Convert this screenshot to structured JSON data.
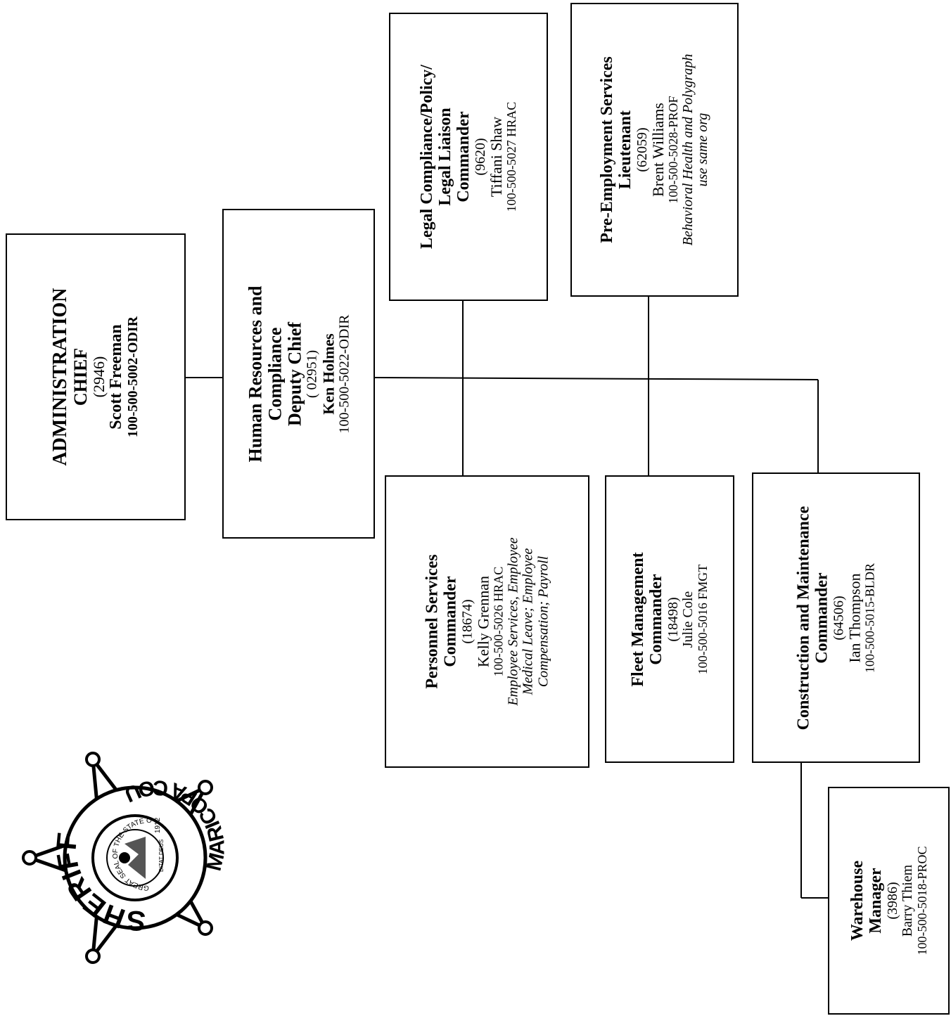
{
  "chart": {
    "nodes": [
      {
        "id": "admin",
        "lines": [
          "ADMINISTRATION",
          "CHIEF",
          "(2946)",
          "Scott Freeman",
          "100-500-5002-ODIR"
        ]
      },
      {
        "id": "hr",
        "lines": [
          "Human Resources and",
          "Compliance",
          "Deputy Chief",
          "( 02951)",
          "Ken Holmes",
          "100-500-5022-ODIR"
        ]
      },
      {
        "id": "legal",
        "lines": [
          "Legal Compliance/Policy/",
          "Legal Liaison",
          "Commander",
          "(9620)",
          "Tiffani  Shaw",
          "100-500-5027 HRAC"
        ]
      },
      {
        "id": "preemp",
        "lines": [
          "Pre-Employment Services",
          "Lieutenant",
          "(62059)",
          "Brent Williams",
          "100-500-5028-PROF",
          "Behavioral Health and Polygraph",
          "use same org"
        ]
      },
      {
        "id": "personnel",
        "lines": [
          "Personnel Services",
          "Commander",
          "(18674)",
          "Kelly Grennan",
          "100-500-5026 HRAC",
          "Employee Services, Employee",
          "Medical Leave; Employee",
          "Compensation; Payroll"
        ]
      },
      {
        "id": "fleet",
        "lines": [
          "Fleet Management",
          "Commander",
          "(18498)",
          "Julie Cole",
          "100-500-5016 FMGT"
        ]
      },
      {
        "id": "construction",
        "lines": [
          "Construction and Maintenance",
          "Commander",
          "(64506)",
          "Ian Thompson",
          "100-500-5015-BLDR"
        ]
      },
      {
        "id": "warehouse",
        "lines": [
          "Warehouse",
          "Manager",
          "(3986)",
          "Barry Thiem",
          "100-500-5018-PROC"
        ]
      }
    ],
    "edges": [
      [
        "admin",
        "hr"
      ],
      [
        "hr",
        "legal"
      ],
      [
        "hr",
        "preemp"
      ],
      [
        "hr",
        "personnel"
      ],
      [
        "hr",
        "fleet"
      ],
      [
        "hr",
        "construction"
      ],
      [
        "construction",
        "warehouse"
      ]
    ]
  },
  "badge": {
    "top_word": "SHERIFF",
    "bottom_word": "MARICOPA COUNTY",
    "seal_text": "GREAT SEAL OF THE STATE OF ARIZONA",
    "seal_year": "1912",
    "seal_motto": "DITAT DEUS"
  }
}
